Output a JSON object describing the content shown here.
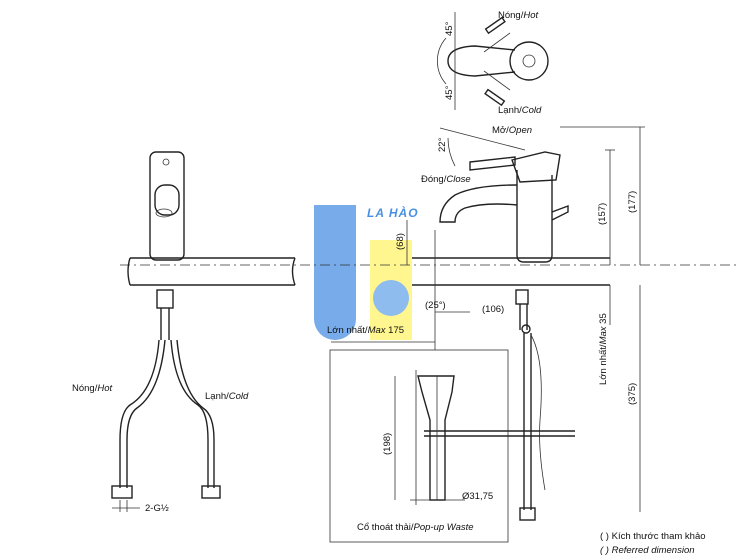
{
  "labels": {
    "hot_top_vi": "Nóng/",
    "hot_top_en": "Hot",
    "cold_top_vi": "Lạnh/",
    "cold_top_en": "Cold",
    "angle_top": "45°",
    "angle_bottom": "45°",
    "open_vi": "Mở/",
    "open_en": "Open",
    "angle_22": "22°",
    "close_vi": "Đóng/",
    "close_en": "Close",
    "dim_157": "(157)",
    "dim_177": "(177)",
    "dim_68": "(68)",
    "angle_25": "(25°)",
    "dim_106": "(106)",
    "max175_vi": "Lớn nhất/",
    "max175_en": "Max",
    "max175_val": " 175",
    "max35_vi": "Lớn nhất/",
    "max35_en": "Max",
    "max35_val": " 35",
    "dim_375": "(375)",
    "dim_198": "(198)",
    "dim_diam": "Ø31,75",
    "popup_vi": "Cổ thoát thải/",
    "popup_en": "Pop-up Waste",
    "hot_side_vi": "Nóng/",
    "hot_side_en": "Hot",
    "cold_side_vi": "Lạnh/",
    "cold_side_en": "Cold",
    "thread": "2-G½",
    "note_vi": "( ) Kích thước tham khảo",
    "note_en": "( ) Referred dimension"
  },
  "watermark": {
    "text": "LA HÀO",
    "color_blue": "#4a90e2",
    "color_yellow": "#fff36b"
  }
}
